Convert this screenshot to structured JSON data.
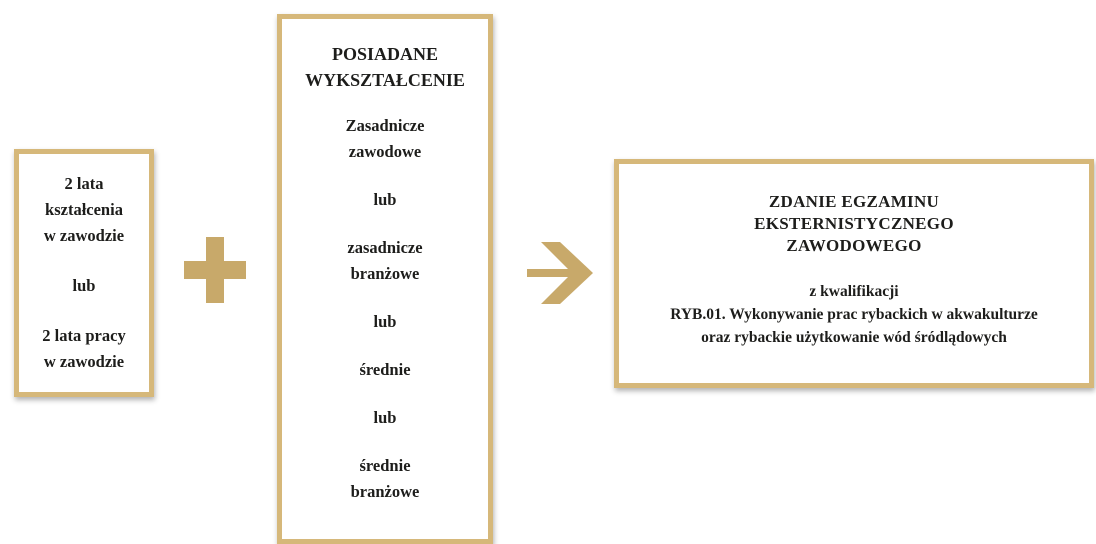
{
  "colors": {
    "box_border": "#d6b87a",
    "symbol": "#c8a96a",
    "text": "#1d1d1b"
  },
  "left_box": {
    "line1": "2 lata",
    "line2": "kształcenia",
    "line3": "w zawodzie",
    "or1": "lub",
    "line4": "2 lata pracy",
    "line5": "w zawodzie"
  },
  "plus_symbol": {
    "icon": "plus-icon"
  },
  "middle_box": {
    "title_line1": "POSIADANE",
    "title_line2": "WYKSZTAŁCENIE",
    "opt1_line1": "Zasadnicze",
    "opt1_line2": "zawodowe",
    "or1": "lub",
    "opt2_line1": "zasadnicze",
    "opt2_line2": "branżowe",
    "or2": "lub",
    "opt3": "średnie",
    "or3": "lub",
    "opt4_line1": "średnie",
    "opt4_line2": "branżowe"
  },
  "arrow_symbol": {
    "icon": "arrow-right-icon"
  },
  "right_box": {
    "title_line1": "ZDANIE EGZAMINU",
    "title_line2": "EKSTERNISTYCZNEGO",
    "title_line3": "ZAWODOWEGO",
    "detail_line1": "z kwalifikacji",
    "detail_line2": "RYB.01. Wykonywanie prac rybackich w akwakulturze",
    "detail_line3": "oraz rybackie użytkowanie wód śródlądowych"
  }
}
